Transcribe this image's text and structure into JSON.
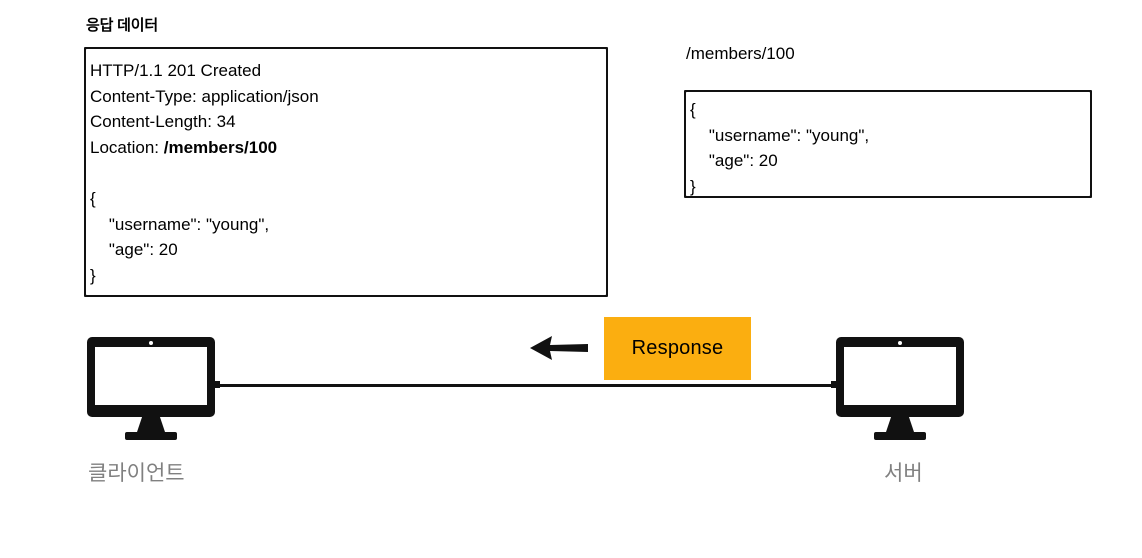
{
  "diagram": {
    "title_left": "응답 데이터",
    "title_right": "/members/100",
    "response_box": {
      "headers": "HTTP/1.1 201 Created\nContent-Type: application/json\nContent-Length: 34\n",
      "location_key": "Location: ",
      "location_value": "/members/100",
      "body": "{\n    \"username\": \"young\",\n    \"age\": 20\n}"
    },
    "resource_box": {
      "body": "{\n    \"username\": \"young\",\n    \"age\": 20\n}"
    },
    "flow": {
      "badge_label": "Response",
      "badge_color": "#FBAE10",
      "arrow_direction": "left",
      "arrow_color": "#111111"
    },
    "nodes": {
      "client_label": "클라이언트",
      "server_label": "서버",
      "label_color": "#808080"
    }
  }
}
